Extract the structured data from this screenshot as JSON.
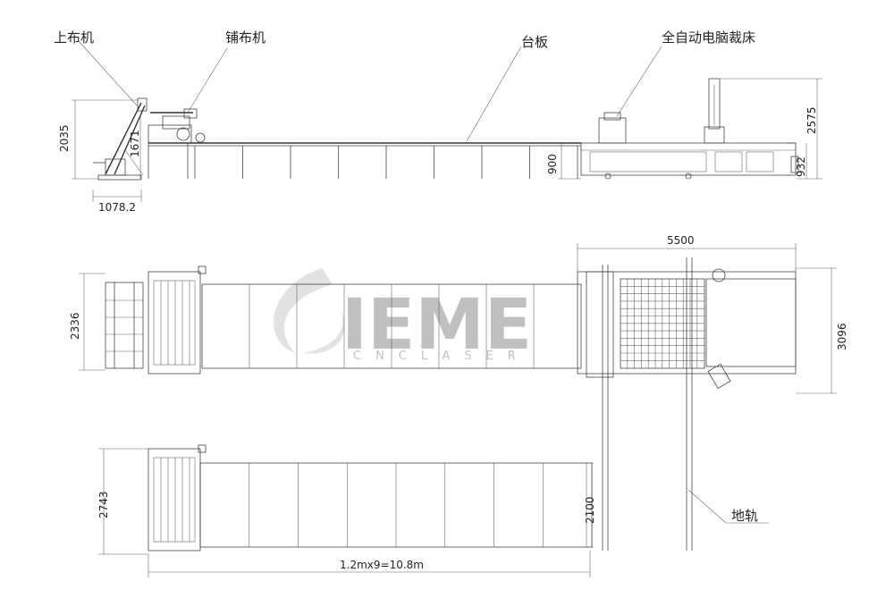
{
  "callouts": {
    "loader": "上布机",
    "spreader": "铺布机",
    "table": "台板",
    "cutter": "全自动电脑裁床",
    "rail": "地轨"
  },
  "dimensions": {
    "loader_height": "2035",
    "spreader_height": "1671",
    "loader_width": "1078.2",
    "table_height": "900",
    "cutter_height": "2575",
    "cutter_base_height": "932",
    "cutter_length": "5500",
    "plan_width_loader": "2336",
    "plan_width_cutter": "3096",
    "plan2_width": "2743",
    "plan2_table_width": "2100",
    "table_length": "1.2mx9=10.8m"
  },
  "watermark": {
    "brand": "IEME",
    "subtitle": "CNCLASER"
  }
}
